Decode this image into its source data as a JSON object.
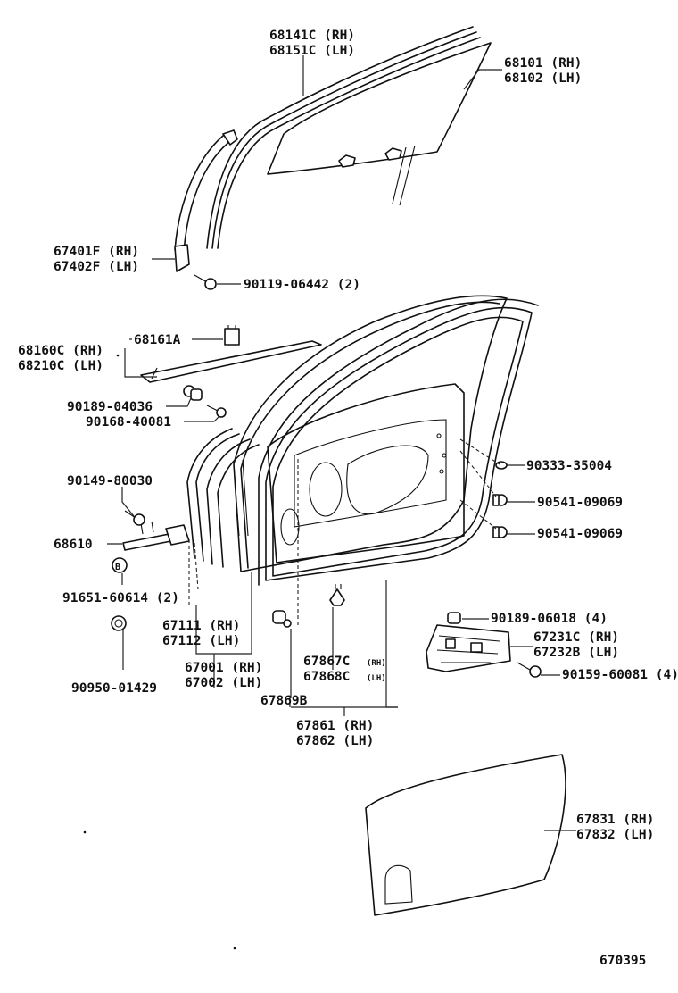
{
  "labels": {
    "l68141": "68141C (RH)",
    "l68151": "68151C (LH)",
    "l68101": "68101 (RH)",
    "l68102": "68102 (LH)",
    "l67401": "67401F (RH)",
    "l67402": "67402F (LH)",
    "l90119": "90119-06442 (2)",
    "l68160": "68160C (RH)",
    "l68210": "68210C (LH)",
    "l68161": "68161A",
    "l90189a": "90189-04036",
    "l90168": "90168-40081",
    "l90149": "90149-80030",
    "l68610": "68610",
    "l91651": "91651-60614 (2)",
    "l90950": "90950-01429",
    "l67111": "67111 (RH)",
    "l67112": "67112 (LH)",
    "l67001": "67001 (RH)",
    "l67002": "67002 (LH)",
    "l67869": "67869B",
    "l67867": "67867C",
    "l67867s": "(RH)",
    "l67868": "67868C",
    "l67868s": "(LH)",
    "l67861": "67861 (RH)",
    "l67862": "67862 (LH)",
    "l90333": "90333-35004",
    "l90541a": "90541-09069",
    "l90541b": "90541-09069",
    "l90189b": "90189-06018 (4)",
    "l67231": "67231C (RH)",
    "l67232": "67232B (LH)",
    "l90159": "90159-60081 (4)",
    "l67831": "67831 (RH)",
    "l67832": "67832 (LH)",
    "figno": "670395",
    "bmark": "B"
  }
}
